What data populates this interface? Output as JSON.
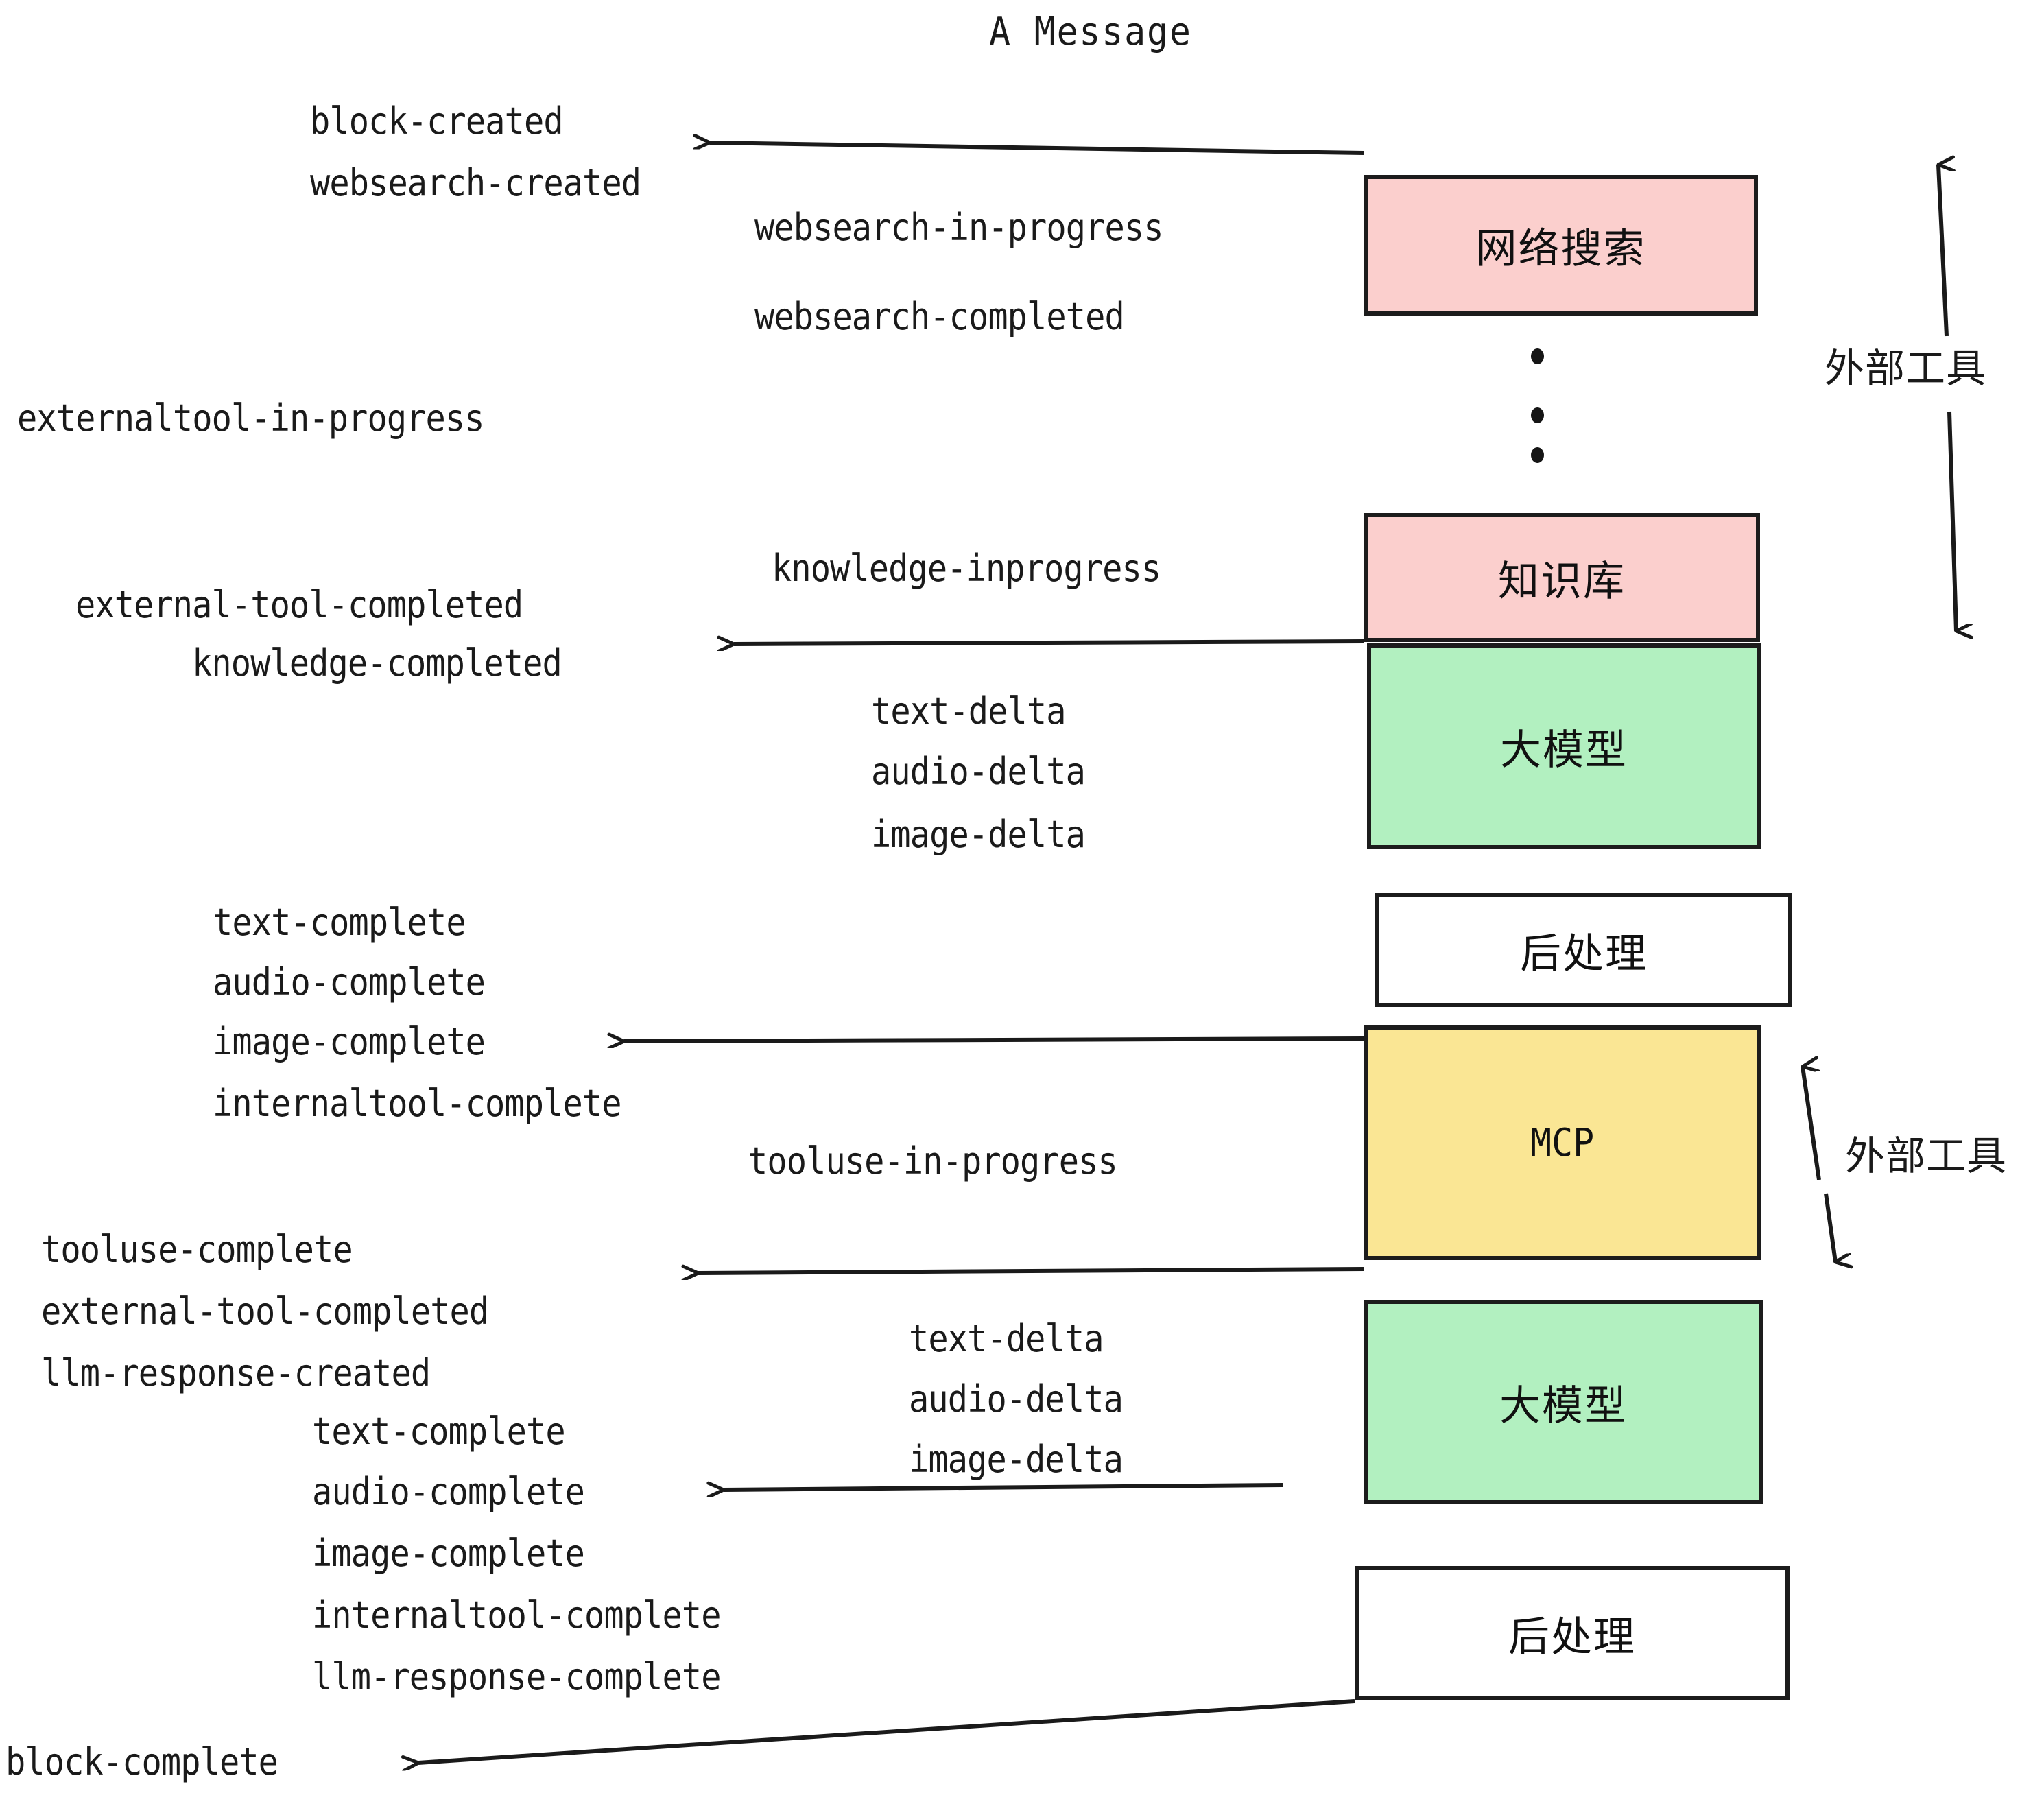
{
  "title": "A Message",
  "colors": {
    "external_tool_fill": "#fbcfcd",
    "llm_fill": "#b2f0c0",
    "mcp_fill": "#fae694",
    "postprocess_fill": "#ffffff",
    "stroke": "#1c1c1c",
    "text": "#1a1a1a",
    "background": "#ffffff"
  },
  "nodes": [
    {
      "id": "websearch",
      "label": "网络搜索",
      "fill": "#fbcfcd"
    },
    {
      "id": "knowledge",
      "label": "知识库",
      "fill": "#fbcfcd"
    },
    {
      "id": "llm-1",
      "label": "大模型",
      "fill": "#b2f0c0"
    },
    {
      "id": "postprocess-1",
      "label": "后处理",
      "fill": "#ffffff"
    },
    {
      "id": "mcp",
      "label": "MCP",
      "fill": "#fae694"
    },
    {
      "id": "llm-2",
      "label": "大模型",
      "fill": "#b2f0c0"
    },
    {
      "id": "postprocess-2",
      "label": "后处理",
      "fill": "#ffffff"
    }
  ],
  "side_labels": [
    {
      "id": "external-tool-top",
      "label": "外部工具"
    },
    {
      "id": "external-tool-bottom",
      "label": "外部工具"
    }
  ],
  "events": {
    "block_created": "block-created",
    "websearch_created": "websearch-created",
    "websearch_in_progress": "websearch-in-progress",
    "websearch_completed": "websearch-completed",
    "externaltool_in_progress": "externaltool-in-progress",
    "knowledge_inprogress": "knowledge-inprogress",
    "external_tool_completed_1": "external-tool-completed",
    "knowledge_completed": "knowledge-completed",
    "text_delta_1": "text-delta",
    "audio_delta_1": "audio-delta",
    "image_delta_1": "image-delta",
    "text_complete_1": "text-complete",
    "audio_complete_1": "audio-complete",
    "image_complete_1": "image-complete",
    "internaltool_complete_1": "internaltool-complete",
    "tooluse_in_progress": "tooluse-in-progress",
    "tooluse_complete": "tooluse-complete",
    "external_tool_completed_2": "external-tool-completed",
    "llm_response_created": "llm-response-created",
    "text_delta_2": "text-delta",
    "audio_delta_2": "audio-delta",
    "image_delta_2": "image-delta",
    "text_complete_2": "text-complete",
    "audio_complete_2": "audio-complete",
    "image_complete_2": "image-complete",
    "internaltool_complete_2": "internaltool-complete",
    "llm_response_complete": "llm-response-complete",
    "block_complete": "block-complete"
  }
}
